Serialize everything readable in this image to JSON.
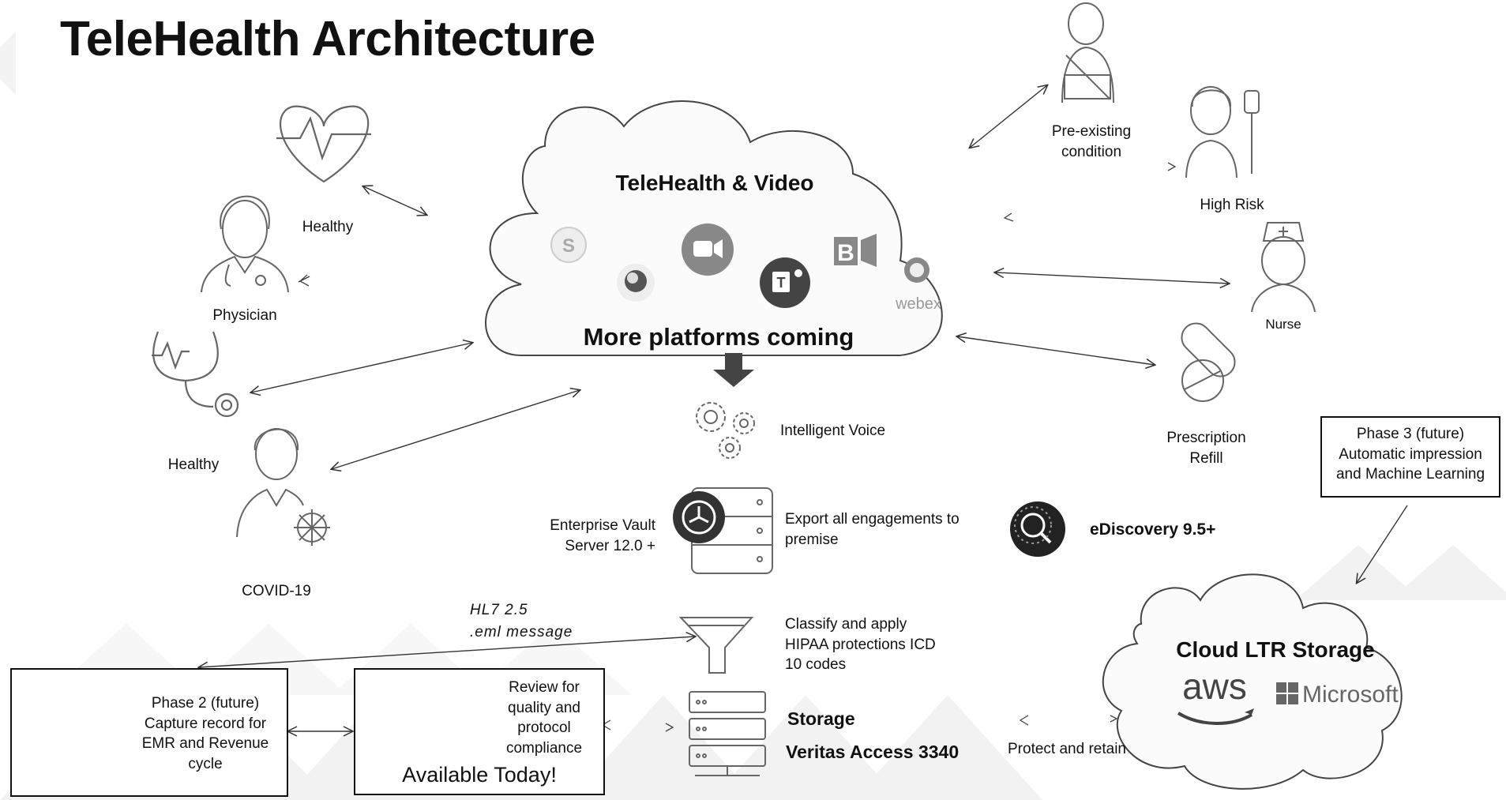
{
  "title": "TeleHealth Architecture",
  "cloud": {
    "heading": "TeleHealth & Video",
    "subheading": "More platforms coming",
    "platform_icons": [
      "skype-icon",
      "chat-bubble-icon",
      "zoom-icon",
      "teams-icon",
      "bluejeans-icon",
      "webex-icon"
    ],
    "webex_text": "webex"
  },
  "left_nodes": {
    "healthy_top": "Healthy",
    "physician": "Physician",
    "healthy_bottom": "Healthy",
    "covid": "COVID-19"
  },
  "right_nodes": {
    "pre_existing": "Pre-existing condition",
    "high_risk": "High Risk",
    "nurse": "Nurse",
    "prescription": "Prescription Refill"
  },
  "center": {
    "intelligent_voice": "Intelligent Voice",
    "enterprise_vault": "Enterprise Vault Server 12.0 +",
    "export": "Export all engagements to premise",
    "ediscovery": "eDiscovery 9.5+",
    "hl7_line1": "HL7 2.5",
    "hl7_line2": ".eml message",
    "classify": "Classify and apply HIPAA protections ICD 10 codes",
    "storage_title": "Storage",
    "storage_product": "Veritas Access 3340",
    "protect": "Protect and retain"
  },
  "phase2": "Phase 2 (future) Capture record for EMR and Revenue cycle",
  "review": {
    "text": "Review for quality and protocol compliance",
    "available": "Available Today!"
  },
  "phase3": "Phase 3 (future) Automatic impression and Machine Learning",
  "ltr": {
    "title": "Cloud LTR Storage",
    "aws": "aws",
    "microsoft": "Microsoft"
  }
}
